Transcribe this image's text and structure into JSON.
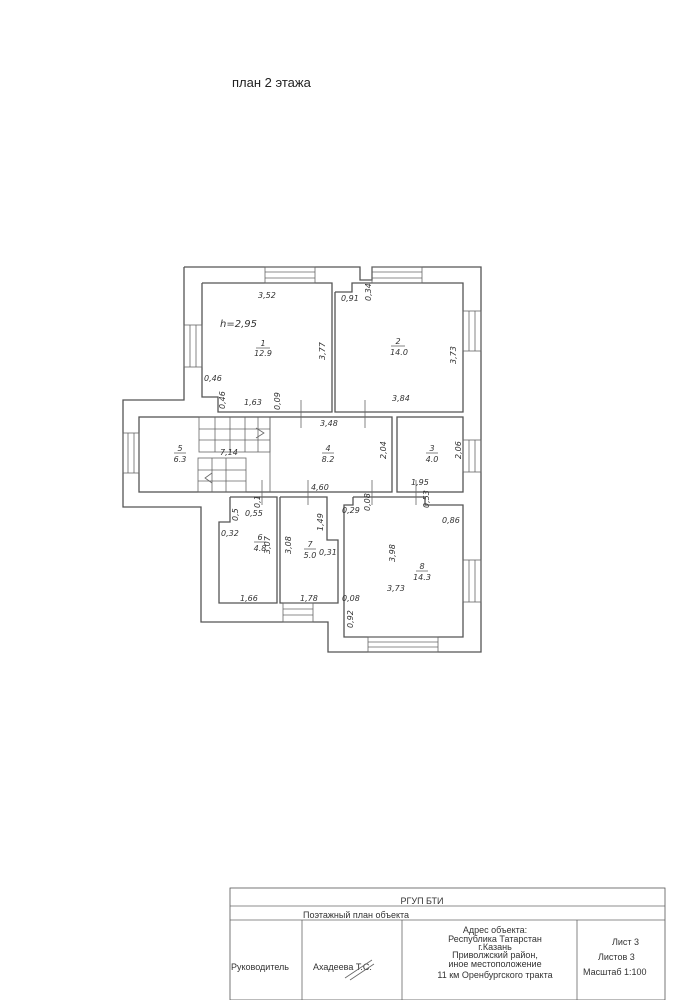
{
  "title": "план 2 этажа",
  "ceiling_height": "h=2,95",
  "rooms": [
    {
      "number": "1",
      "area": "12.9"
    },
    {
      "number": "2",
      "area": "14.0"
    },
    {
      "number": "3",
      "area": "4.0"
    },
    {
      "number": "4",
      "area": "8.2"
    },
    {
      "number": "5",
      "area": "6.3"
    },
    {
      "number": "6",
      "area": "4.8"
    },
    {
      "number": "7",
      "area": "5.0"
    },
    {
      "number": "8",
      "area": "14.3"
    }
  ],
  "dimensions": {
    "r1_top": "3,52",
    "r1_right": "3,77",
    "r1_notch_a": "0,46",
    "r1_notch_b": "0,46",
    "r1_bottom": "1,63",
    "r1_gap": "0,09",
    "r2_notch_a": "0,91",
    "r2_notch_b": "0,34",
    "r2_right": "3,73",
    "r2_bottom": "3,84",
    "r4_top": "3,48",
    "r4_right": "2,04",
    "r4_bottom": "4,60",
    "stair": "7,14",
    "r3_right": "2,06",
    "r3_bottom": "1,95",
    "r8_a": "0,53",
    "r8_b": "0,86",
    "r8_c": "0,29",
    "r8_d": "0,08",
    "r8_right": "3,98",
    "r8_bottom": "3,73",
    "r8_e": "0,08",
    "r8_f": "0,92",
    "r6_a": "0,1",
    "r6_b": "0,5",
    "r6_c": "0,55",
    "r6_d": "0,32",
    "r6_right": "3,07",
    "r6_bottom": "1,66",
    "r7_left": "3,08",
    "r7_a": "1,49",
    "r7_b": "0,31",
    "r7_bottom": "1,78"
  },
  "title_block": {
    "org": "РГУП БТИ",
    "doc_title": "Поэтажный план объекта",
    "role": "Руководитель",
    "person": "Ахадеева Т.С.",
    "address": [
      "Адрес объекта:",
      "Республика Татарстан",
      "г.Казань",
      "Приволжский район,",
      "иное местоположение",
      "11 км Оренбургского тракта"
    ],
    "sheet": "Лист 3",
    "sheets": "Листов 3",
    "scale": "Масштаб 1:100"
  }
}
